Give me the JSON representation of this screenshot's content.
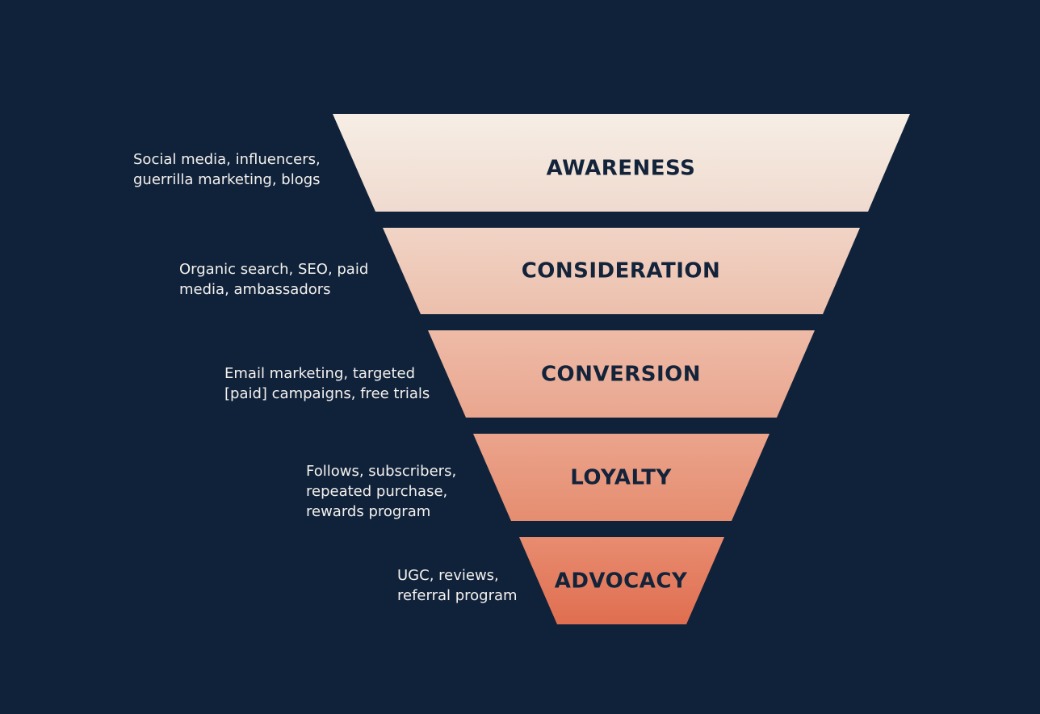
{
  "colors": {
    "background": "#10223a",
    "label": "#13233a",
    "description": "#f4f1ee"
  },
  "stages": [
    {
      "name": "AWARENESS",
      "description": [
        "Social media, influencers,",
        "guerrilla marketing, blogs"
      ],
      "color_top": "#f6eee5",
      "color_bottom": "#f0dacf"
    },
    {
      "name": "CONSIDERATION",
      "description": [
        "Organic search, SEO, paid",
        "media, ambassadors"
      ],
      "color_top": "#f1d4c6",
      "color_bottom": "#ecbfac"
    },
    {
      "name": "CONVERSION",
      "description": [
        "Email marketing, targeted",
        "[paid] campaigns, free trials"
      ],
      "color_top": "#eebba7",
      "color_bottom": "#e9a68f"
    },
    {
      "name": "LOYALTY",
      "description": [
        "Follows, subscribers,",
        "repeated purchase,",
        "rewards program"
      ],
      "color_top": "#eba48c",
      "color_bottom": "#e58d70"
    },
    {
      "name": "ADVOCACY",
      "description": [
        "UGC, reviews,",
        "referral program"
      ],
      "color_top": "#e88c70",
      "color_bottom": "#e06e50"
    }
  ]
}
